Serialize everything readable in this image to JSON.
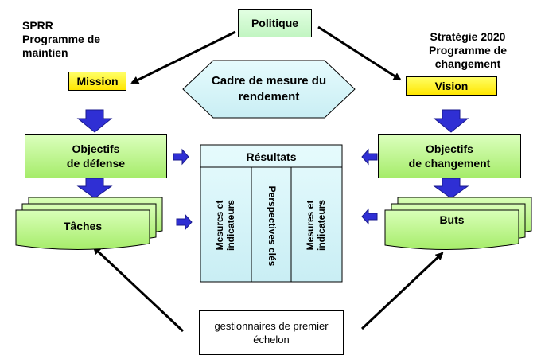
{
  "colors": {
    "green_fill": "#ccffa0",
    "green_dark": "#99e05a",
    "yellow_fill": "#ffff33",
    "cyan_fill": "#dcf5f8",
    "arrow_blue": "#2f2fd4",
    "politique_fill": "#ccffcc"
  },
  "labels": {
    "sprr_line1": "SPRR",
    "sprr_line2": "Programme de",
    "sprr_line3": "maintien",
    "strategie_line1": "Stratégie 2020",
    "strategie_line2": "Programme de",
    "strategie_line3": "changement"
  },
  "nodes": {
    "politique": "Politique",
    "mission": "Mission",
    "vision": "Vision",
    "cadre_line1": "Cadre de mesure du",
    "cadre_line2": "rendement",
    "objectifs_defense_line1": "Objectifs",
    "objectifs_defense_line2": "de défense",
    "objectifs_changement_line1": "Objectifs",
    "objectifs_changement_line2": "de changement",
    "taches": "Tâches",
    "buts": "Buts",
    "gestionnaires_line1": "gestionnaires de premier",
    "gestionnaires_line2": "échelon"
  },
  "results_table": {
    "title": "Résultats",
    "columns": [
      "Mesures et\nindicateurs",
      "Perspectives clés",
      "Mesures et\nindicateurs"
    ]
  }
}
